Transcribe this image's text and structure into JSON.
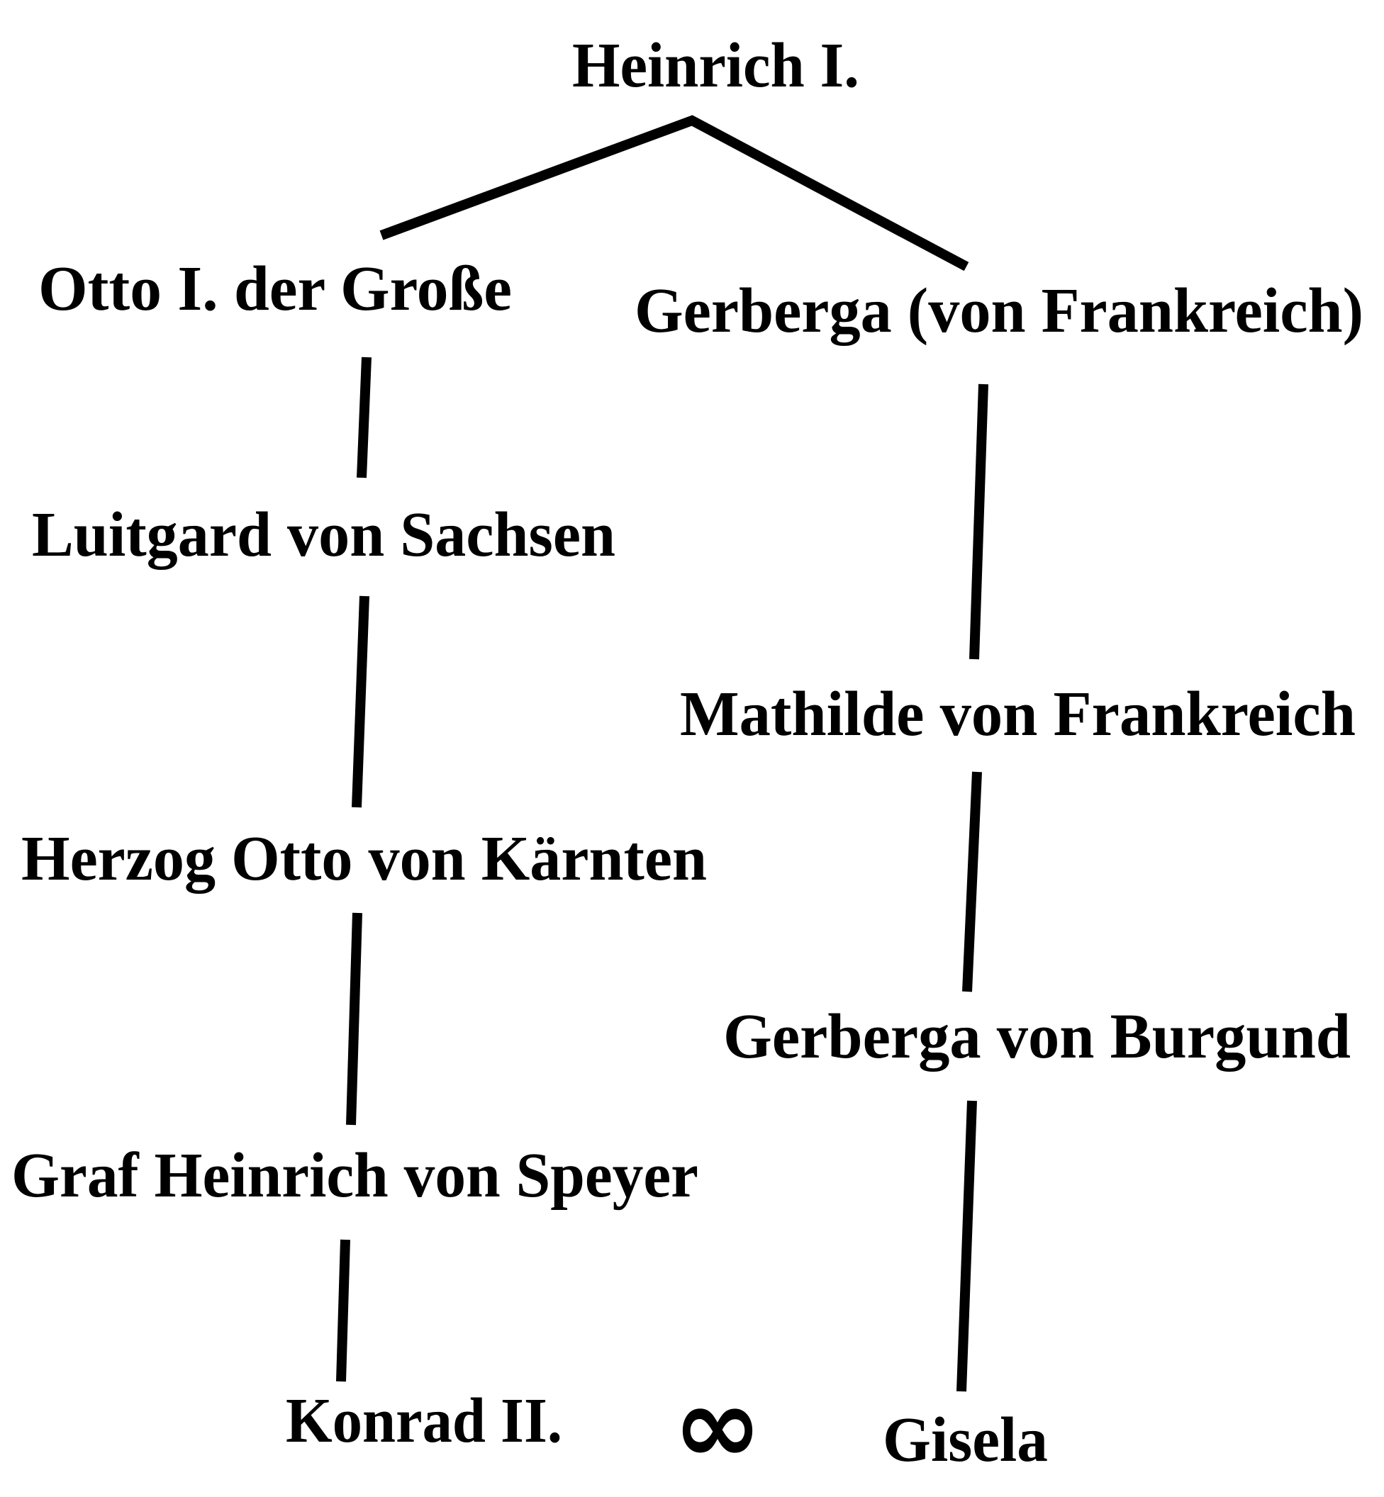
{
  "tree": {
    "root": "Heinrich I.",
    "left_line": [
      "Otto I. der Große",
      "Luitgard von Sachsen",
      "Herzog Otto von Kärnten",
      "Graf Heinrich von Speyer",
      "Konrad II."
    ],
    "right_line": [
      "Gerberga (von Frankreich)",
      "Mathilde von Frankreich",
      "Gerberga von Burgund",
      "Gisela"
    ],
    "marriage_symbol": "∞"
  }
}
